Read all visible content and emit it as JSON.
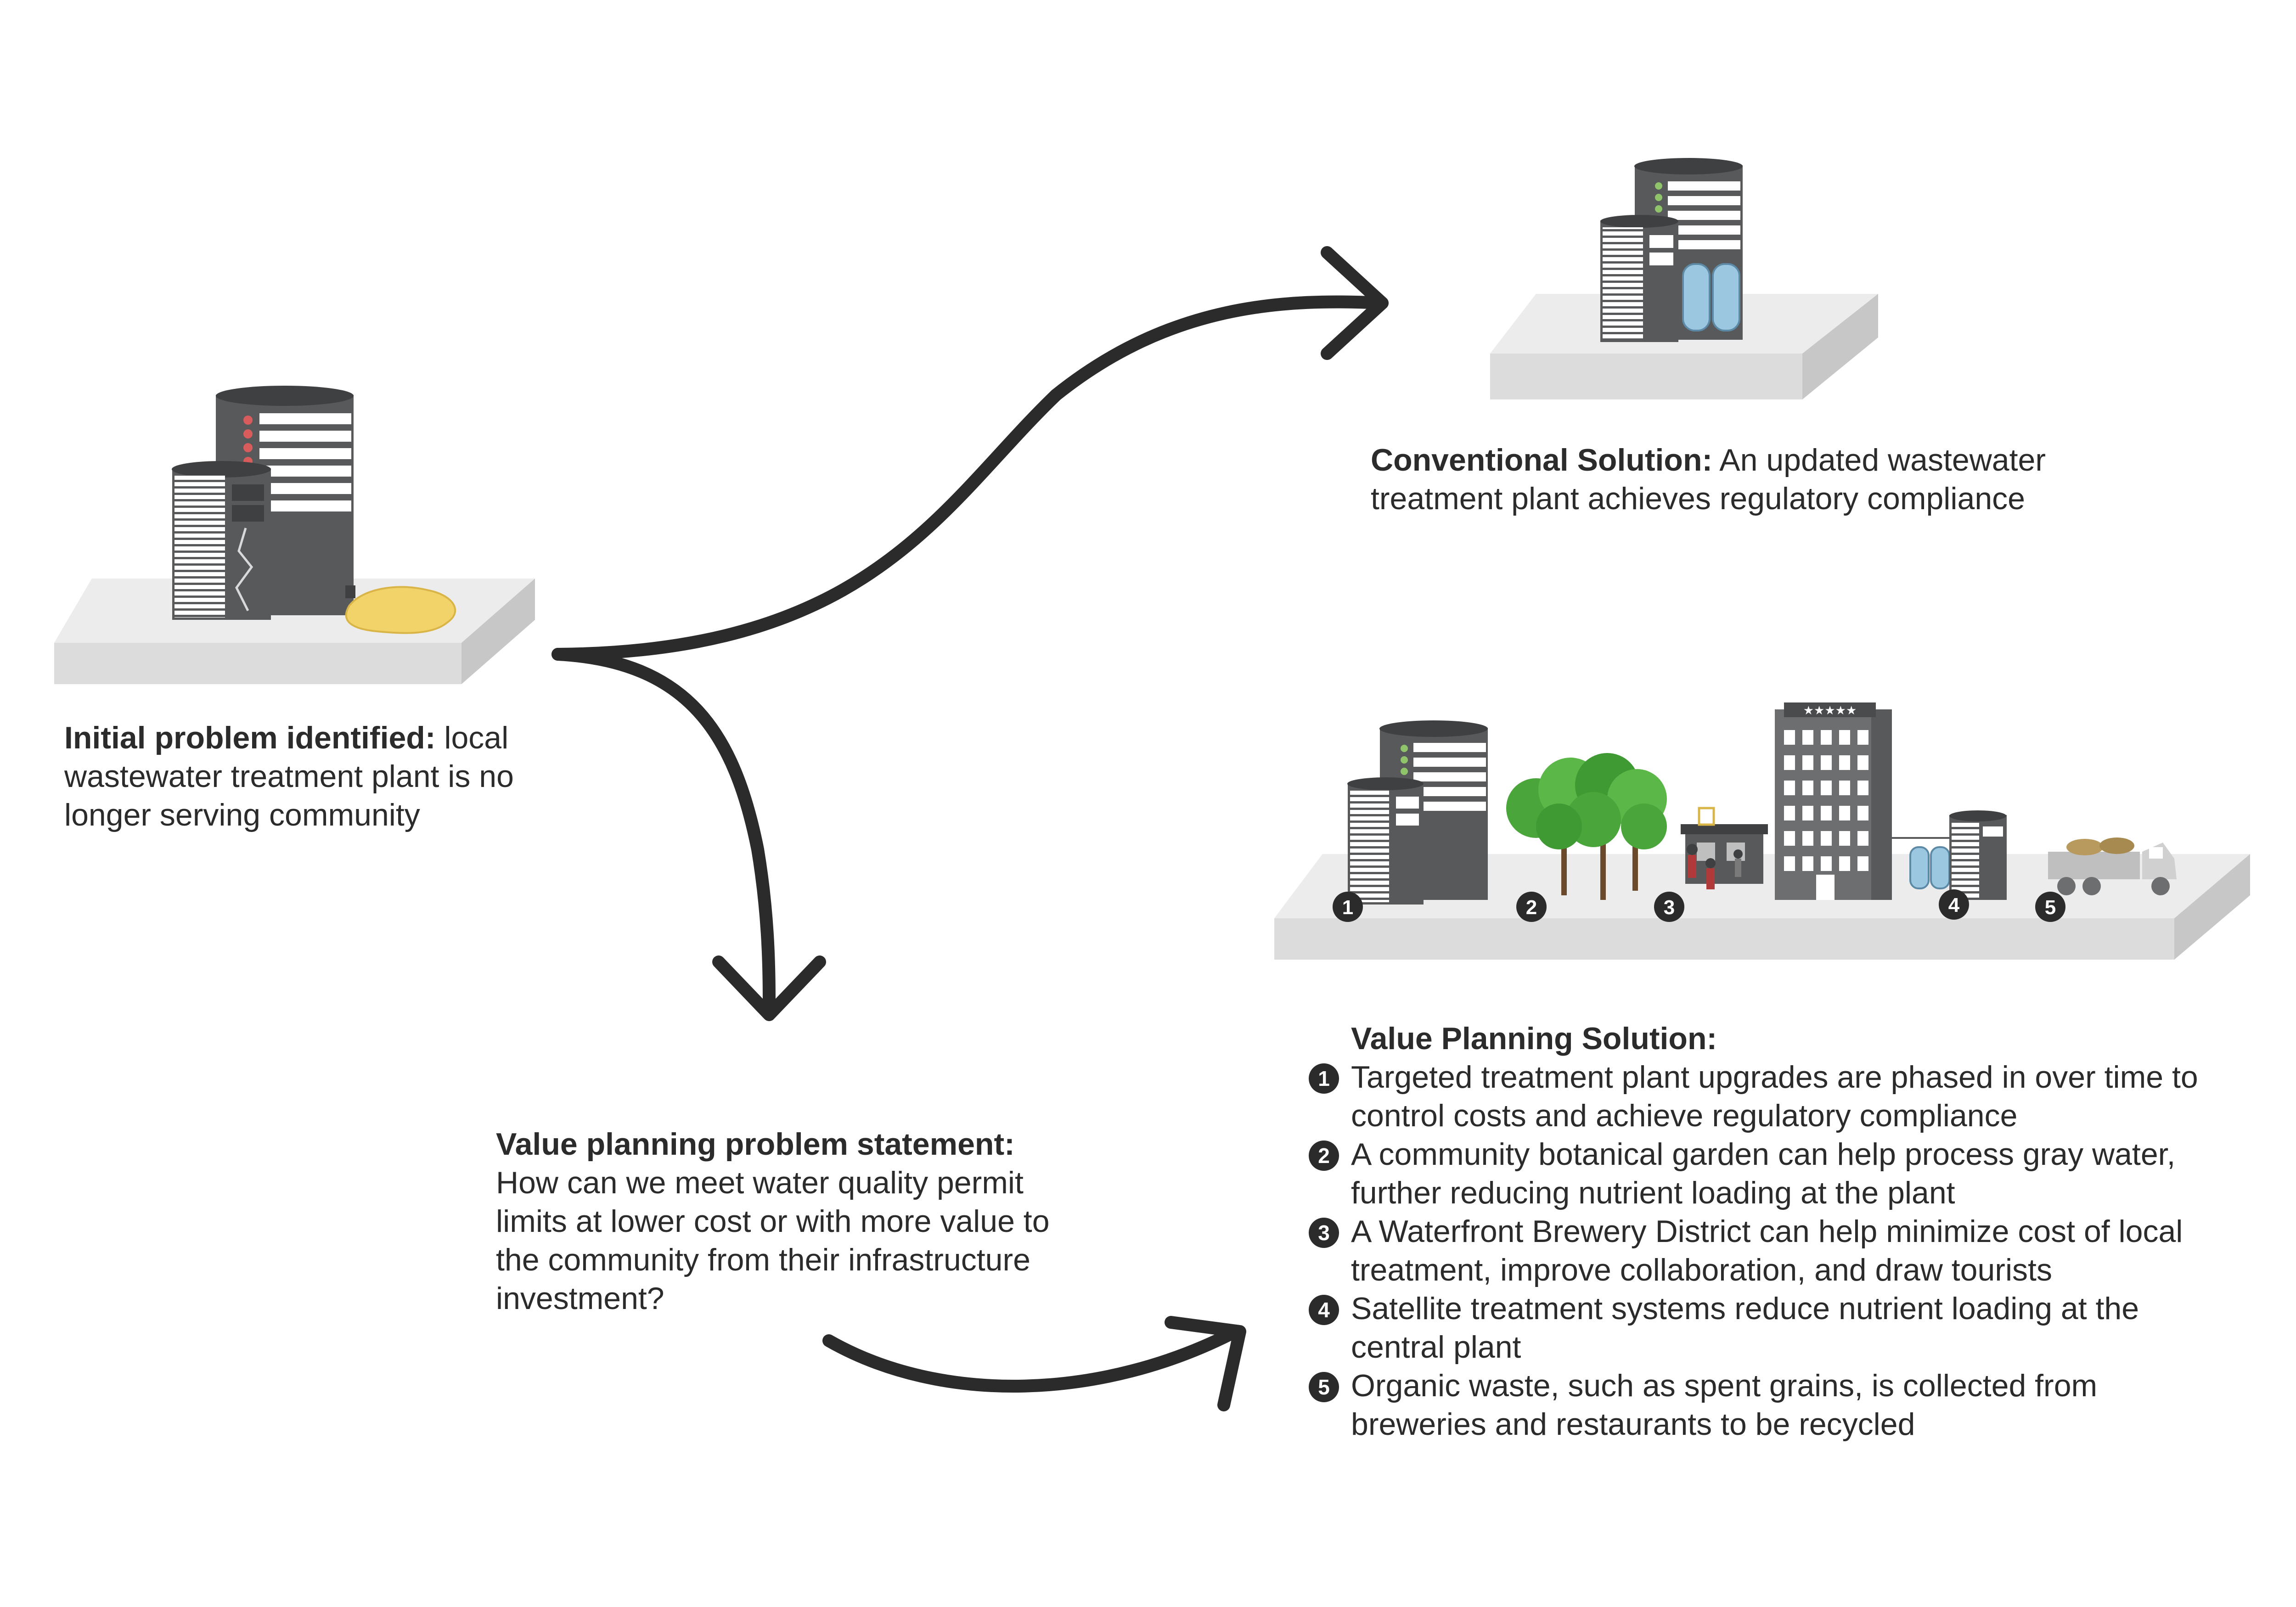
{
  "initial": {
    "heading": "Initial problem identified:",
    "body": "local wastewater treatment plant is no longer serving community"
  },
  "conventional": {
    "heading": "Conventional Solution:",
    "body": "An updated wastewater treatment plant achieves regulatory compliance"
  },
  "problem_statement": {
    "heading": "Value planning problem statement:",
    "body": "How can we meet water quality permit limits at lower cost or with more value to the community from their infrastructure investment?"
  },
  "value_planning": {
    "heading": "Value Planning Solution:",
    "items": [
      {
        "num": "1",
        "text": "Targeted treatment plant upgrades are phased in over time to control costs and achieve regulatory compliance"
      },
      {
        "num": "2",
        "text": "A community botanical garden can help process gray water, further reducing nutrient loading at the plant"
      },
      {
        "num": "3",
        "text": "A Waterfront Brewery District can help minimize cost of local treatment, improve collaboration, and draw tourists"
      },
      {
        "num": "4",
        "text": "Satellite treatment systems reduce nutrient loading at the central plant"
      },
      {
        "num": "5",
        "text": "Organic waste, such as spent grains, is collected from breweries and restaurants to be recycled"
      }
    ]
  },
  "markers": [
    "1",
    "2",
    "3",
    "4",
    "5"
  ],
  "hotel_stars": "★★★★★",
  "colors": {
    "text": "#2b2b2b",
    "arrow": "#2b2b2b",
    "plant_dark": "#58595b",
    "plant_light": "#e6e6e6",
    "platform_top": "#e8e8e8",
    "platform_side": "#c8c8c8",
    "tank_blue": "#9cc7e0",
    "spill_yellow": "#f1d36a",
    "tree_green": "#4aa53b"
  }
}
